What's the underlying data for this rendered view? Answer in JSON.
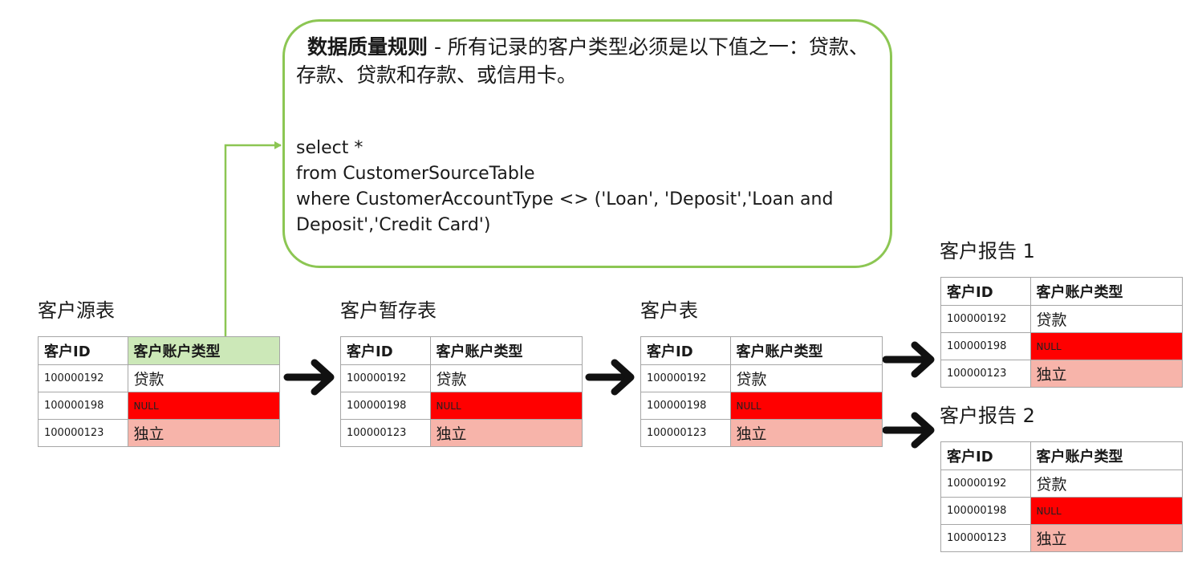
{
  "rule": {
    "title": "数据质量规则",
    "description": " - 所有记录的客户类型必须是以下值之一：贷款、存款、贷款和存款、或信用卡。",
    "sql": [
      "select *",
      "from CustomerSourceTable",
      "where CustomerAccountType <> ('Loan', 'Deposit','Loan and",
      "Deposit','Credit Card')"
    ]
  },
  "columns": {
    "id": "客户ID",
    "type": "客户账户类型"
  },
  "rows": [
    {
      "id": "100000192",
      "type": "贷款"
    },
    {
      "id": "100000198",
      "type": "NULL"
    },
    {
      "id": "100000123",
      "type": "独立"
    }
  ],
  "tables": {
    "source": "客户源表",
    "staging": "客户暂存表",
    "customer": "客户表",
    "report1": "客户报告 1",
    "report2": "客户报告 2"
  },
  "colors": {
    "rule_border": "#8cc653",
    "highlight_header": "#cce8b8",
    "null_cell": "#ff0000",
    "invalid_cell": "#f7b4aa"
  }
}
